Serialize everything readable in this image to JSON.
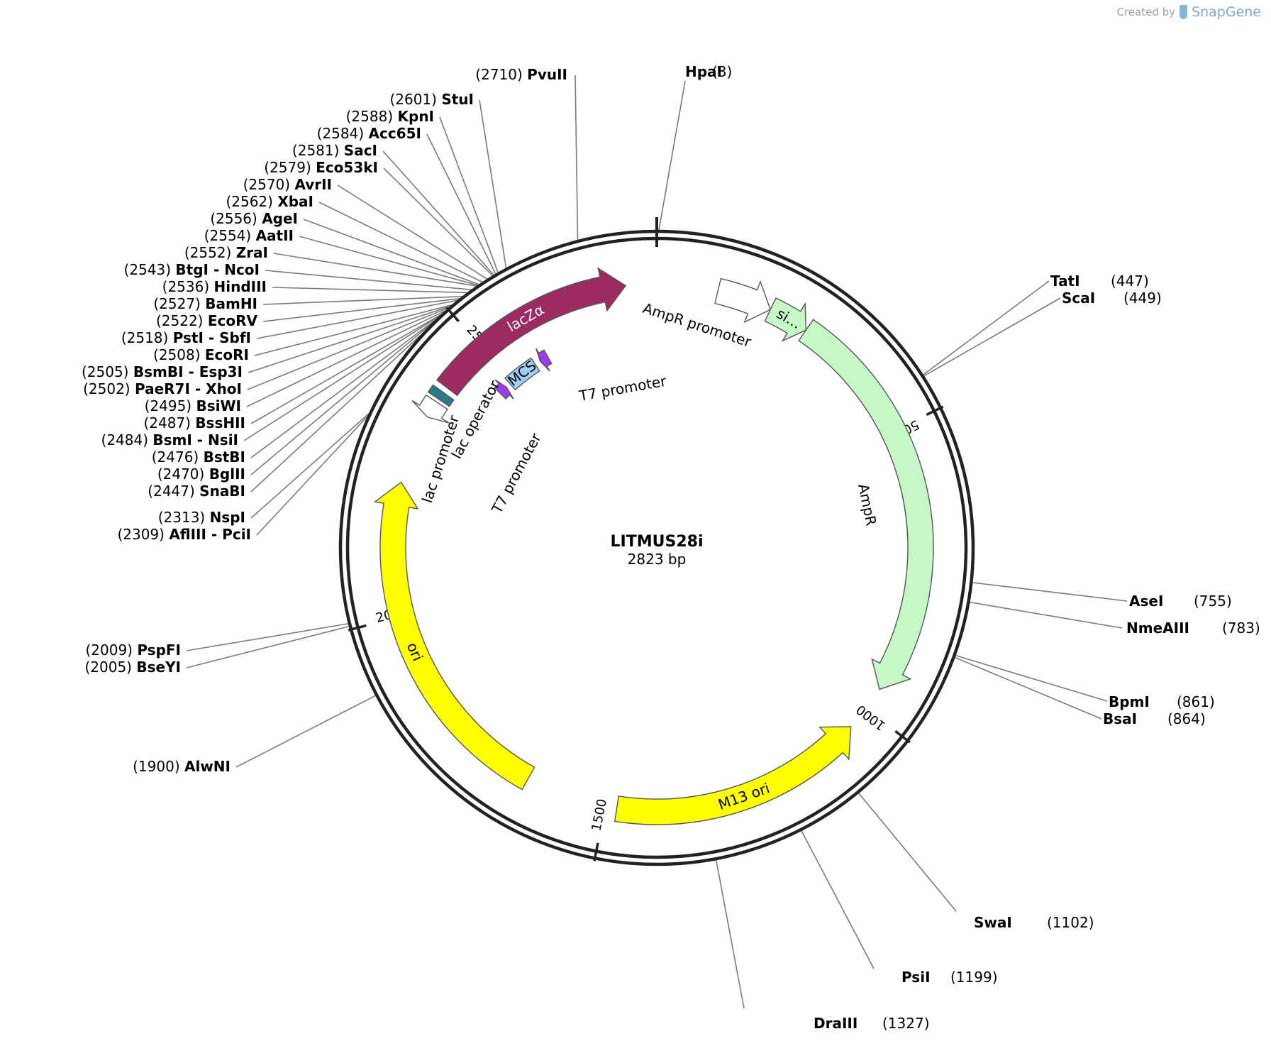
{
  "credit": {
    "prefix": "Created by",
    "brand": "SnapGene"
  },
  "plasmid": {
    "name": "LITMUS28i",
    "size_label": "2823 bp",
    "length": 2823
  },
  "ticks": [
    {
      "pos": 0,
      "label": ""
    },
    {
      "pos": 500,
      "label": "500"
    },
    {
      "pos": 1000,
      "label": "1000"
    },
    {
      "pos": 1500,
      "label": "1500"
    },
    {
      "pos": 2000,
      "label": "2000"
    },
    {
      "pos": 2500,
      "label": "2500"
    }
  ],
  "features": [
    {
      "name": "lacZα",
      "start": 2410,
      "end": 2770,
      "strand": 1,
      "color": "#9b2b62",
      "track": "inner",
      "text_color": "#ffffff"
    },
    {
      "name": "AmpR promoter",
      "start": 105,
      "end": 200,
      "strand": 1,
      "color": "#ffffff",
      "track": "inner",
      "text_color": "#000000"
    },
    {
      "name": "si…",
      "start": 200,
      "end": 270,
      "strand": 1,
      "color": "#c6f7c6",
      "track": "inner",
      "text_color": "#000000"
    },
    {
      "name": "AmpR",
      "start": 270,
      "end": 960,
      "strand": 1,
      "color": "#c6f7c6",
      "track": "inner",
      "text_color": "#000000"
    },
    {
      "name": "M13 ori",
      "start": 1040,
      "end": 1480,
      "strand": -1,
      "color": "#ffff00",
      "track": "inner",
      "text_color": "#000000"
    },
    {
      "name": "ori",
      "start": 1640,
      "end": 2230,
      "strand": 1,
      "color": "#ffff00",
      "track": "inner",
      "text_color": "#000000"
    },
    {
      "name": "MCS",
      "start": 2495,
      "end": 2560,
      "strand": 0,
      "color": "#9fd0f7",
      "track": "mid",
      "text_color": "#000000"
    },
    {
      "name": "lac operator",
      "start": 2386,
      "end": 2400,
      "strand": 0,
      "color": "#2b7a8c",
      "track": "inner"
    },
    {
      "name": "lac promoter",
      "start": 2350,
      "end": 2380,
      "strand": -1,
      "color": "#ffffff",
      "track": "inner"
    },
    {
      "name": "T7 promoter",
      "start": 2467,
      "end": 2485,
      "strand": 1,
      "color": "#9b3cf0",
      "track": "mid"
    },
    {
      "name": "T7 promoter",
      "start": 2572,
      "end": 2590,
      "strand": -1,
      "color": "#9b3cf0",
      "track": "mid"
    }
  ],
  "feature_labels": [
    {
      "text": "AmpR promoter"
    },
    {
      "text": "lac promoter"
    },
    {
      "text": "lac operator"
    },
    {
      "text": "T7 promoter"
    },
    {
      "text": "T7 promoter"
    }
  ],
  "sites_left": [
    {
      "pos": "(2710)",
      "name": "PvuII",
      "n": 2710
    },
    {
      "pos": "(2601)",
      "name": "StuI",
      "n": 2601
    },
    {
      "pos": "(2588)",
      "name": "KpnI",
      "n": 2588
    },
    {
      "pos": "(2584)",
      "name": "Acc65I",
      "n": 2584
    },
    {
      "pos": "(2581)",
      "name": "SacI",
      "n": 2581
    },
    {
      "pos": "(2579)",
      "name": "Eco53kI",
      "n": 2579
    },
    {
      "pos": "(2570)",
      "name": "AvrII",
      "n": 2570
    },
    {
      "pos": "(2562)",
      "name": "XbaI",
      "n": 2562
    },
    {
      "pos": "(2556)",
      "name": "AgeI",
      "n": 2556
    },
    {
      "pos": "(2554)",
      "name": "AatII",
      "n": 2554
    },
    {
      "pos": "(2552)",
      "name": "ZraI",
      "n": 2552
    },
    {
      "pos": "(2543)",
      "name": "BtgI",
      "name2": "- NcoI",
      "n": 2543
    },
    {
      "pos": "(2536)",
      "name": "HindIII",
      "n": 2536
    },
    {
      "pos": "(2527)",
      "name": "BamHI",
      "n": 2527
    },
    {
      "pos": "(2522)",
      "name": "EcoRV",
      "n": 2522
    },
    {
      "pos": "(2518)",
      "name": "PstI",
      "name2": "- SbfI",
      "n": 2518
    },
    {
      "pos": "(2508)",
      "name": "EcoRI",
      "n": 2508
    },
    {
      "pos": "(2505)",
      "name": "BsmBI",
      "name2": "- Esp3I",
      "n": 2505
    },
    {
      "pos": "(2502)",
      "name": "PaeR7I",
      "name2": "- XhoI",
      "n": 2502
    },
    {
      "pos": "(2495)",
      "name": "BsiWI",
      "n": 2495
    },
    {
      "pos": "(2487)",
      "name": "BssHII",
      "n": 2487
    },
    {
      "pos": "(2484)",
      "name": "BsmI",
      "name2": "- NsiI",
      "n": 2484
    },
    {
      "pos": "(2476)",
      "name": "BstBI",
      "n": 2476
    },
    {
      "pos": "(2470)",
      "name": "BglII",
      "n": 2470
    },
    {
      "pos": "(2447)",
      "name": "SnaBI",
      "n": 2447
    },
    {
      "pos": "(2313)",
      "name": "NspI",
      "n": 2313
    },
    {
      "pos": "(2309)",
      "name": "AflIII",
      "name2": "- PciI",
      "n": 2309
    },
    {
      "pos": "(2009)",
      "name": "PspFI",
      "n": 2009
    },
    {
      "pos": "(2005)",
      "name": "BseYI",
      "n": 2005
    },
    {
      "pos": "(1900)",
      "name": "AlwNI",
      "n": 1900
    }
  ],
  "sites_right": [
    {
      "pos": "(3)",
      "name": "HpaI",
      "n": 3
    },
    {
      "pos": "(447)",
      "name": "TatI",
      "n": 447
    },
    {
      "pos": "(449)",
      "name": "ScaI",
      "n": 449
    },
    {
      "pos": "(755)",
      "name": "AseI",
      "n": 755
    },
    {
      "pos": "(783)",
      "name": "NmeAIII",
      "n": 783
    },
    {
      "pos": "(861)",
      "name": "BpmI",
      "n": 861
    },
    {
      "pos": "(864)",
      "name": "BsaI",
      "n": 864
    },
    {
      "pos": "(1102)",
      "name": "SwaI",
      "n": 1102
    },
    {
      "pos": "(1199)",
      "name": "PsiI",
      "n": 1199
    },
    {
      "pos": "(1327)",
      "name": "DraIII",
      "n": 1327
    }
  ]
}
